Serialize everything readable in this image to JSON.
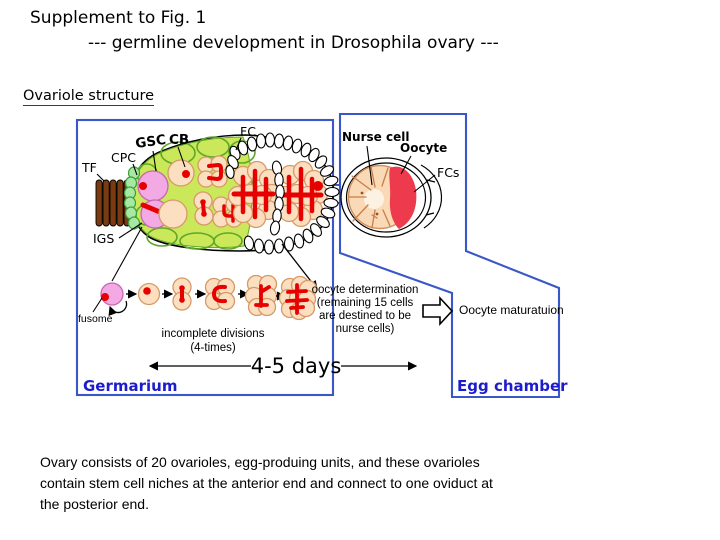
{
  "slide": {
    "title_line1": "Supplement to Fig. 1",
    "title_line2": "--- germline development in Drosophila ovary ---",
    "section_heading": "Ovariole structure",
    "paragraph_lines": [
      "Ovary consists of 20 ovarioles, egg-produing units, and these ovarioles",
      "contain stem cell niches at the anterior end and connect to one oviduct at",
      "the posterior end."
    ]
  },
  "diagram": {
    "germarium": {
      "box_label": "Germarium",
      "labels": {
        "tf": "TF",
        "cpc": "CPC",
        "gsc": "GSC",
        "cb": "CB",
        "fc": "FC",
        "igs": "IGS"
      },
      "timeline": {
        "fusome": "fusome",
        "divisions_line1": "incomplete divisions",
        "divisions_line2": "(4-times)",
        "duration": "4-5 days",
        "determination_lines": [
          "oocyte determination",
          "(remaining 15 cells",
          "are destined to be",
          "nurse cells)"
        ]
      }
    },
    "egg_chamber": {
      "box_label": "Egg chamber",
      "labels": {
        "nurse_cell": "Nurse cell",
        "oocyte": "Oocyte",
        "fcs": "FCs"
      },
      "maturation": "Oocyte maturatuion"
    },
    "colors": {
      "border_blue": "#3a57c8",
      "label_blue": "#1c1cce",
      "germarium_green": "#cbe75a",
      "cell_green_stroke": "#5fa827",
      "cap_cell_green": "#a7e8a2",
      "gsc_pink": "#f3a9e3",
      "germ_cell_peach": "#fbdfc0",
      "fusome_red": "#e60000",
      "oocyte_red": "#ed3b4d",
      "tf_brown": "#7a3b10"
    }
  }
}
